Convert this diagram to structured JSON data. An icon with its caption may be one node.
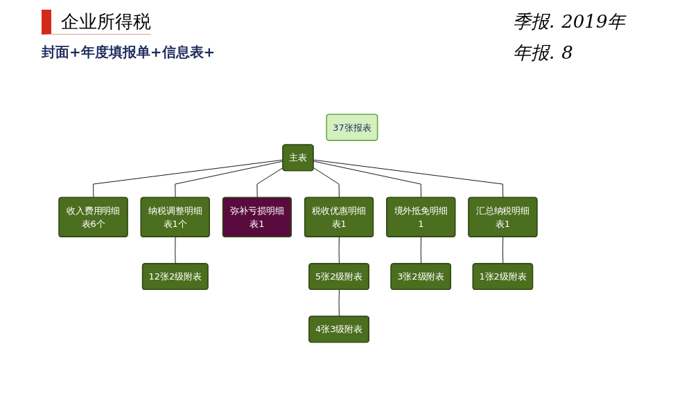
{
  "diagram": {
    "title": "企业所得税",
    "nodes": [
      {
        "text": [
          "主表"
        ]
      },
      {
        "text": [
          "37张报表"
        ]
      },
      {
        "text": [
          "收入费用明细表6个"
        ]
      },
      {
        "text": [
          "纳税调整明细表1个"
        ]
      },
      {
        "text": [
          "弥补亏损明细表1"
        ]
      },
      {
        "text": [
          "税收优惠明细表1"
        ]
      },
      {
        "text": [
          "境外抵免明细1"
        ]
      },
      {
        "text": [
          "汇总纳税明细表1"
        ]
      },
      {
        "text": [
          "12张2级附表"
        ]
      },
      {
        "text": [
          "5张2级附表"
        ]
      },
      {
        "text": [
          "3张2级附表"
        ]
      },
      {
        "text": [
          "1张2级附表"
        ]
      },
      {
        "text": [
          "4张3级附表"
        ]
      }
    ],
    "edges": [
      {
        "from": 0,
        "to": 2,
        "arrow": "none"
      },
      {
        "from": 0,
        "to": 3,
        "arrow": "none"
      },
      {
        "from": 0,
        "to": 4,
        "arrow": "none"
      },
      {
        "from": 0,
        "to": 5,
        "arrow": "none"
      },
      {
        "from": 0,
        "to": 6,
        "arrow": "none"
      },
      {
        "from": 0,
        "to": 7,
        "arrow": "none"
      },
      {
        "from": 3,
        "to": 8,
        "arrow": "none"
      },
      {
        "from": 5,
        "to": 9,
        "arrow": "none"
      },
      {
        "from": 6,
        "to": 10,
        "arrow": "none"
      },
      {
        "from": 7,
        "to": 11,
        "arrow": "none"
      },
      {
        "from": 9,
        "to": 12,
        "arrow": "none"
      }
    ],
    "labels": [
      "封面+年度填报单+信息表+",
      "季报.",
      "2019年",
      "年报.",
      "8"
    ]
  }
}
